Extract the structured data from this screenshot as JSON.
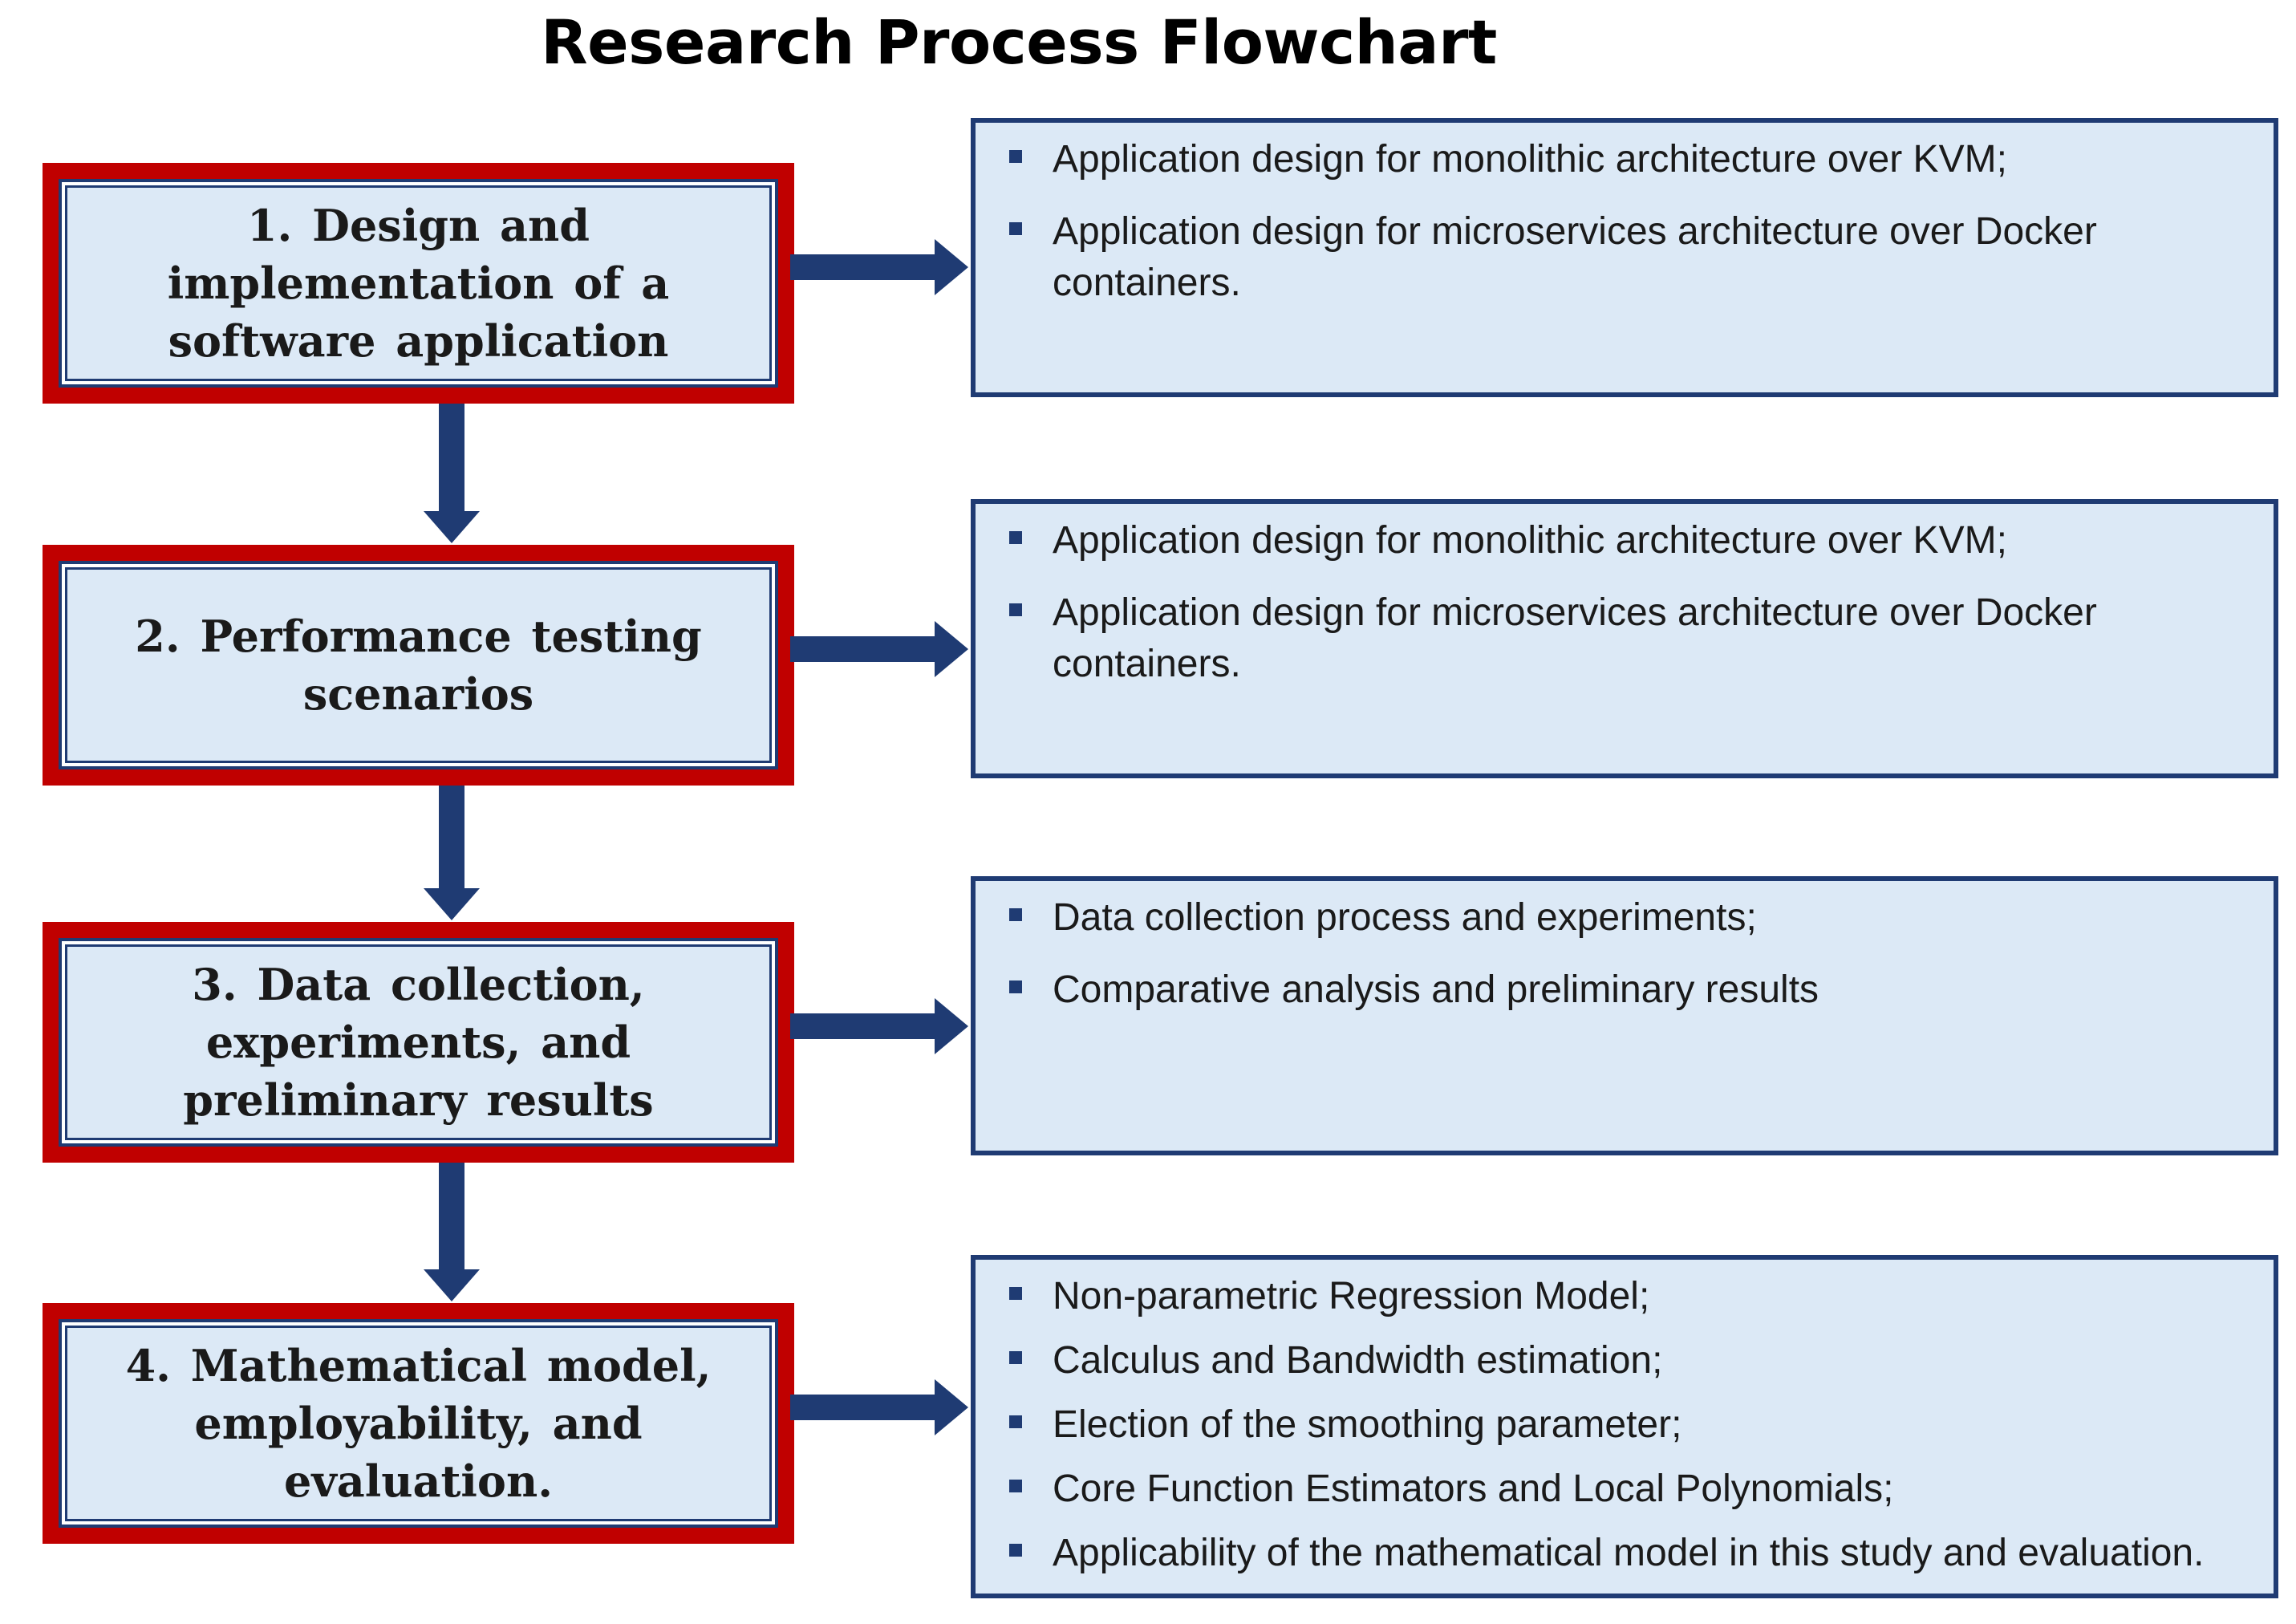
{
  "title": "Research Process Flowchart",
  "colors": {
    "step_border": "#c00000",
    "box_fill": "#dce9f6",
    "navy": "#1f3b73"
  },
  "steps": [
    {
      "label": "1. Design and implementation of a software application",
      "details": [
        "Application design for monolithic architecture over KVM;",
        "Application design for microservices architecture over Docker containers."
      ]
    },
    {
      "label": "2. Performance testing scenarios",
      "details": [
        "Application design for monolithic architecture over KVM;",
        "Application design for microservices architecture over Docker containers."
      ]
    },
    {
      "label": "3. Data collection, experiments, and preliminary results",
      "details": [
        "Data collection process and experiments;",
        "Comparative analysis and preliminary results"
      ]
    },
    {
      "label": "4. Mathematical model, employability, and evaluation.",
      "details": [
        "Non-parametric Regression Model;",
        "Calculus and Bandwidth estimation;",
        "Election of the smoothing parameter;",
        "Core Function Estimators and Local Polynomials;",
        "Applicability of the mathematical model in this study and evaluation."
      ]
    }
  ]
}
